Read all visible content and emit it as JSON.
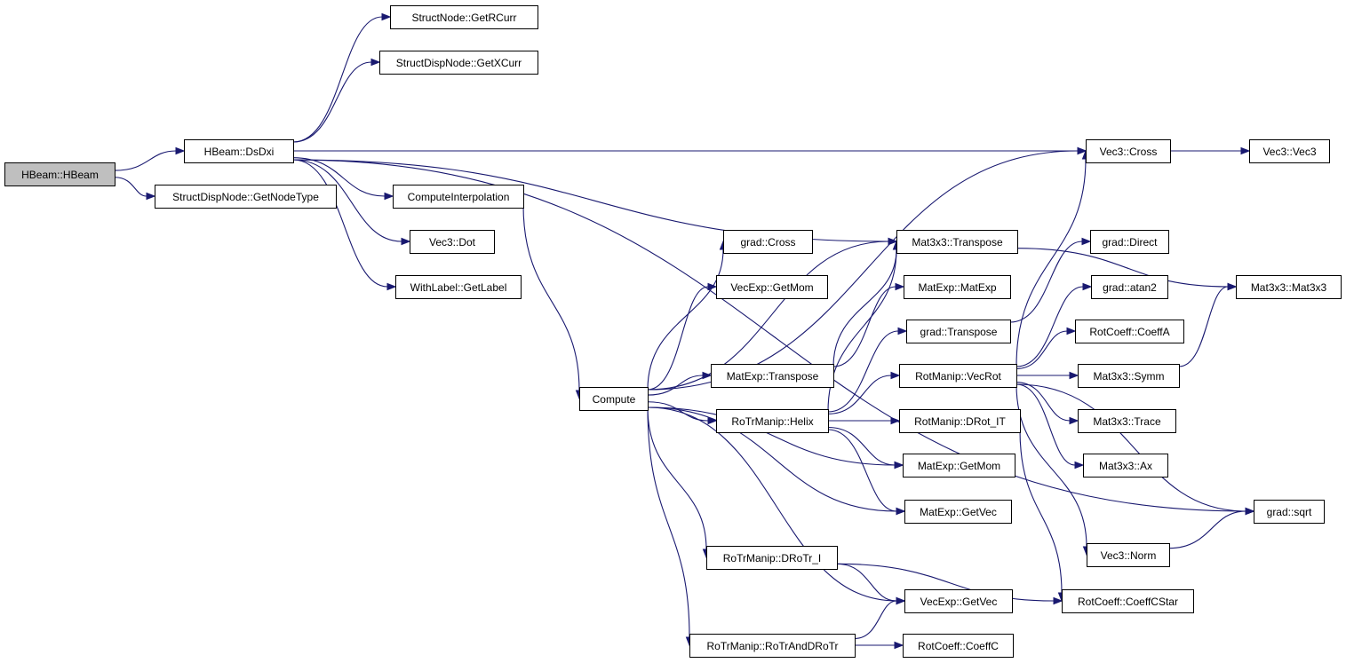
{
  "graph": {
    "edge_color": "#191970",
    "root_fill": "#bfbfbf",
    "nodes": [
      {
        "id": "hbeam",
        "label": "HBeam::HBeam",
        "root": true
      },
      {
        "id": "dsdxi",
        "label": "HBeam::DsDxi"
      },
      {
        "id": "getnodetype",
        "label": "StructDispNode::GetNodeType"
      },
      {
        "id": "getrcurr",
        "label": "StructNode::GetRCurr"
      },
      {
        "id": "getxcurr",
        "label": "StructDispNode::GetXCurr"
      },
      {
        "id": "computeinterp",
        "label": "ComputeInterpolation"
      },
      {
        "id": "vec3dot",
        "label": "Vec3::Dot"
      },
      {
        "id": "getlabel",
        "label": "WithLabel::GetLabel"
      },
      {
        "id": "compute",
        "label": "Compute"
      },
      {
        "id": "gradcross",
        "label": "grad::Cross"
      },
      {
        "id": "vecexpgetmom",
        "label": "VecExp::GetMom"
      },
      {
        "id": "matexptranspose",
        "label": "MatExp::Transpose"
      },
      {
        "id": "helix",
        "label": "RoTrManip::Helix"
      },
      {
        "id": "drotr",
        "label": "RoTrManip::DRoTr_I"
      },
      {
        "id": "rotranddrotr",
        "label": "RoTrManip::RoTrAndDRoTr"
      },
      {
        "id": "vec3cross",
        "label": "Vec3::Cross"
      },
      {
        "id": "mat3x3transpose",
        "label": "Mat3x3::Transpose"
      },
      {
        "id": "matexpmatexp",
        "label": "MatExp::MatExp"
      },
      {
        "id": "gradtranspose",
        "label": "grad::Transpose"
      },
      {
        "id": "vecrot",
        "label": "RotManip::VecRot"
      },
      {
        "id": "drotit",
        "label": "RotManip::DRot_IT"
      },
      {
        "id": "matexpgetmom",
        "label": "MatExp::GetMom"
      },
      {
        "id": "matexpgetvec",
        "label": "MatExp::GetVec"
      },
      {
        "id": "vecexpgetvec",
        "label": "VecExp::GetVec"
      },
      {
        "id": "coeffc",
        "label": "RotCoeff::CoeffC"
      },
      {
        "id": "graddirect",
        "label": "grad::Direct"
      },
      {
        "id": "gradatan2",
        "label": "grad::atan2"
      },
      {
        "id": "coeffa",
        "label": "RotCoeff::CoeffA"
      },
      {
        "id": "symm",
        "label": "Mat3x3::Symm"
      },
      {
        "id": "trace",
        "label": "Mat3x3::Trace"
      },
      {
        "id": "ax",
        "label": "Mat3x3::Ax"
      },
      {
        "id": "vec3norm",
        "label": "Vec3::Norm"
      },
      {
        "id": "coeffcstar",
        "label": "RotCoeff::CoeffCStar"
      },
      {
        "id": "vec3vec3",
        "label": "Vec3::Vec3"
      },
      {
        "id": "mat3x3mat3x3",
        "label": "Mat3x3::Mat3x3"
      },
      {
        "id": "gradsqrt",
        "label": "grad::sqrt"
      }
    ],
    "edges": [
      [
        "hbeam",
        "dsdxi"
      ],
      [
        "hbeam",
        "getnodetype"
      ],
      [
        "dsdxi",
        "getrcurr"
      ],
      [
        "dsdxi",
        "getxcurr"
      ],
      [
        "dsdxi",
        "gradsqrt"
      ],
      [
        "dsdxi",
        "vec3cross"
      ],
      [
        "dsdxi",
        "mat3x3transpose"
      ],
      [
        "dsdxi",
        "computeinterp"
      ],
      [
        "dsdxi",
        "vec3dot"
      ],
      [
        "dsdxi",
        "getlabel"
      ],
      [
        "computeinterp",
        "compute"
      ],
      [
        "compute",
        "vec3cross"
      ],
      [
        "compute",
        "gradcross"
      ],
      [
        "compute",
        "mat3x3transpose"
      ],
      [
        "compute",
        "vecexpgetmom"
      ],
      [
        "compute",
        "matexptranspose"
      ],
      [
        "compute",
        "helix"
      ],
      [
        "compute",
        "matexpgetmom"
      ],
      [
        "compute",
        "matexpgetvec"
      ],
      [
        "compute",
        "drotr"
      ],
      [
        "compute",
        "vecexpgetvec"
      ],
      [
        "compute",
        "rotranddrotr"
      ],
      [
        "matexptranspose",
        "mat3x3transpose"
      ],
      [
        "matexptranspose",
        "matexpmatexp"
      ],
      [
        "helix",
        "mat3x3transpose"
      ],
      [
        "helix",
        "gradtranspose"
      ],
      [
        "helix",
        "vecrot"
      ],
      [
        "helix",
        "drotit"
      ],
      [
        "helix",
        "matexpgetmom"
      ],
      [
        "helix",
        "matexpgetvec"
      ],
      [
        "drotr",
        "vecexpgetvec"
      ],
      [
        "drotr",
        "coeffcstar"
      ],
      [
        "rotranddrotr",
        "vecexpgetvec"
      ],
      [
        "rotranddrotr",
        "coeffc"
      ],
      [
        "mat3x3transpose",
        "mat3x3mat3x3"
      ],
      [
        "gradtranspose",
        "graddirect"
      ],
      [
        "vecrot",
        "vec3cross"
      ],
      [
        "vecrot",
        "gradatan2"
      ],
      [
        "vecrot",
        "coeffa"
      ],
      [
        "vecrot",
        "symm"
      ],
      [
        "vecrot",
        "trace"
      ],
      [
        "vecrot",
        "ax"
      ],
      [
        "vecrot",
        "gradsqrt"
      ],
      [
        "vecrot",
        "vec3norm"
      ],
      [
        "drotit",
        "coeffcstar"
      ],
      [
        "vec3cross",
        "vec3vec3"
      ],
      [
        "symm",
        "mat3x3mat3x3"
      ],
      [
        "vec3norm",
        "gradsqrt"
      ]
    ]
  }
}
